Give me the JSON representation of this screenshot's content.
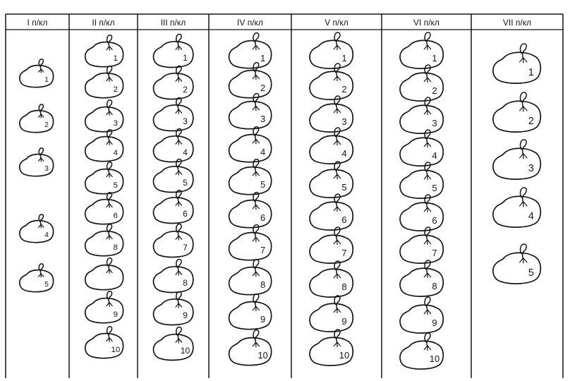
{
  "table": {
    "columns": [
      {
        "header": "I п/кл",
        "items": [
          "1",
          "2",
          "3",
          "4",
          "5"
        ]
      },
      {
        "header": "II п/кл",
        "items": [
          "1",
          "2",
          "3",
          "4",
          "5",
          "6",
          "8",
          "",
          "9",
          "10"
        ]
      },
      {
        "header": "III п/кл",
        "items": [
          "1",
          "2",
          "3",
          "4",
          "5",
          "6",
          "7",
          "8",
          "9",
          "10"
        ]
      },
      {
        "header": "IV п/кл",
        "items": [
          "1",
          "2",
          "3",
          "4",
          "5",
          "6",
          "7",
          "8",
          "9",
          "10"
        ]
      },
      {
        "header": "V п/кл",
        "items": [
          "1",
          "2",
          "3",
          "4",
          "5",
          "6",
          "7",
          "8",
          "9",
          "10"
        ]
      },
      {
        "header": "VI п/кл",
        "items": [
          "1",
          "2",
          "3",
          "4",
          "5",
          "6",
          "7",
          "8",
          "9",
          "10"
        ]
      },
      {
        "header": "VII п/кл",
        "items": [
          "1",
          "2",
          "3",
          "4",
          "5"
        ]
      }
    ]
  },
  "colors": {
    "line": "#151515",
    "background": "#ffffff"
  },
  "icons": {
    "cell": "kidney-cell-icon",
    "flagellum": "flagellum-icon"
  }
}
